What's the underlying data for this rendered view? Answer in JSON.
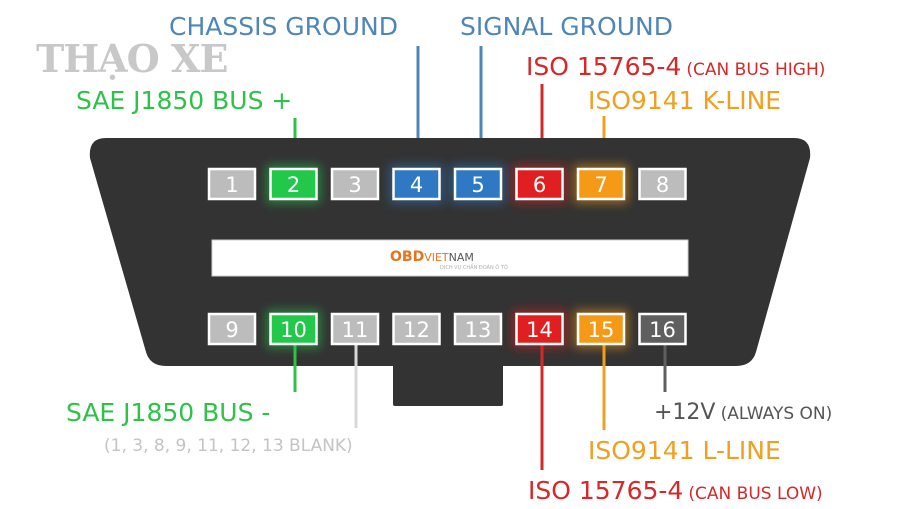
{
  "watermark": "THẠO XE",
  "bar_logo": {
    "obd": "OBD",
    "viet": "VIET",
    "nam": "NAM",
    "tagline": "DỊCH VỤ CHẨN ĐOÁN Ô TÔ"
  },
  "colors": {
    "green": "#22c84a",
    "blue": "#2f78c4",
    "red": "#e02020",
    "orange": "#f59a16",
    "gray": "#bcbcbc",
    "dark_gray": "#5f5f5f",
    "connector": "#333333",
    "label_blue": "#4f86b8",
    "label_green": "#2fc24a",
    "label_red": "#d62828",
    "label_orange": "#f0a020",
    "label_gray": "#c4c4c4",
    "label_dark": "#555555"
  },
  "pins_top": [
    {
      "num": "1",
      "color": "gray"
    },
    {
      "num": "2",
      "color": "green"
    },
    {
      "num": "3",
      "color": "gray"
    },
    {
      "num": "4",
      "color": "blue"
    },
    {
      "num": "5",
      "color": "blue"
    },
    {
      "num": "6",
      "color": "red"
    },
    {
      "num": "7",
      "color": "orange"
    },
    {
      "num": "8",
      "color": "gray"
    }
  ],
  "pins_bottom": [
    {
      "num": "9",
      "color": "gray"
    },
    {
      "num": "10",
      "color": "green"
    },
    {
      "num": "11",
      "color": "gray"
    },
    {
      "num": "12",
      "color": "gray"
    },
    {
      "num": "13",
      "color": "gray"
    },
    {
      "num": "14",
      "color": "red"
    },
    {
      "num": "15",
      "color": "orange"
    },
    {
      "num": "16",
      "color": "dark_gray"
    }
  ],
  "labels": {
    "chassis_ground": "CHASSIS GROUND",
    "signal_ground": "SIGNAL GROUND",
    "iso_high_main": "ISO 15765-4",
    "iso_high_sub": "(CAN BUS HIGH)",
    "sae_plus": "SAE J1850 BUS +",
    "kline": "ISO9141 K-LINE",
    "sae_minus": "SAE J1850 BUS -",
    "blank_note": "(1, 3, 8, 9, 11, 12, 13 BLANK)",
    "power_main": "+12V",
    "power_sub": "(ALWAYS ON)",
    "lline": "ISO9141 L-LINE",
    "iso_low_main": "ISO 15765-4",
    "iso_low_sub": "(CAN BUS LOW)"
  }
}
